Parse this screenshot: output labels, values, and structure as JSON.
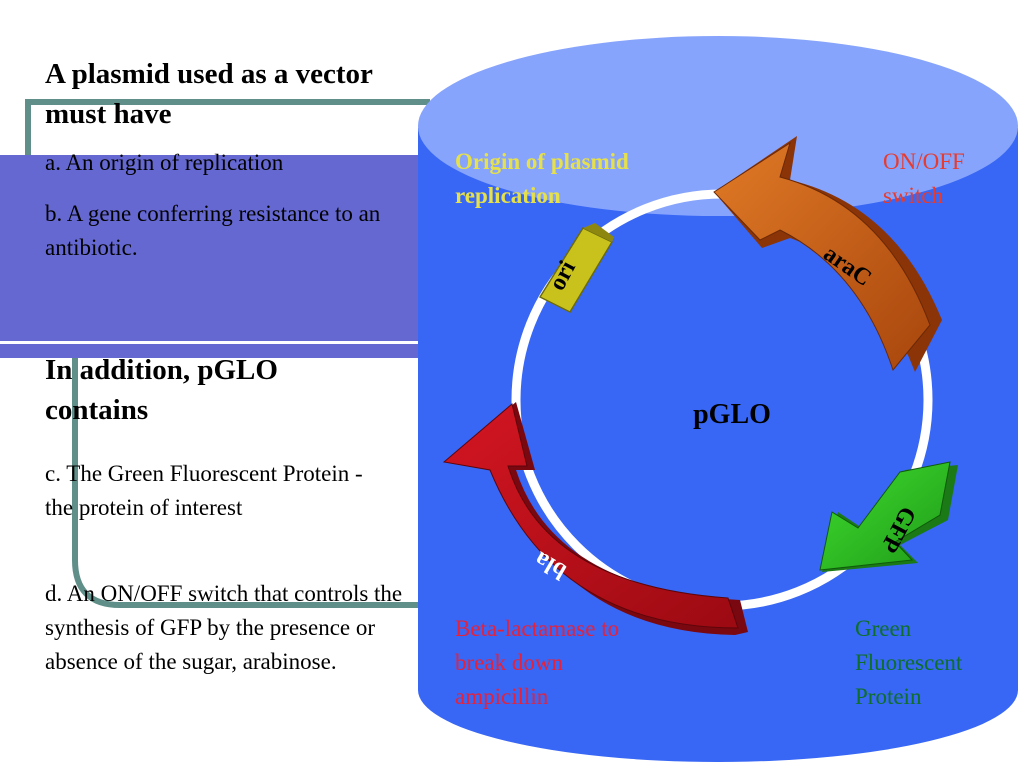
{
  "slide": {
    "heading1": "A plasmid used as a vector must have",
    "item_a": "a. An origin of replication",
    "item_b": "b. A gene conferring resistance to an antibiotic.",
    "heading2": "In addition, pGLO contains",
    "item_c": "c. The Green Fluorescent Protein - the protein of interest",
    "item_d": "d. An ON/OFF switch that controls the synthesis of GFP by the presence or absence of the sugar, arabinose."
  },
  "diagram": {
    "plasmid_name": "pGLO",
    "labels": {
      "origin": "Origin of plasmid replication",
      "onoff": "ON/OFF switch",
      "beta": "Beta-lactamase to break down ampicillin",
      "gfp": "Green Fluorescent Protein"
    },
    "genes": {
      "ori": "ori",
      "arac": "araC",
      "gfp": "GFP",
      "bla": "bla"
    },
    "colors": {
      "cylinder_body": "#3867f5",
      "cylinder_top": "#87a4fc",
      "band": "#6668d2",
      "bracket": "#5f8f88",
      "origin_label": "#e6e04a",
      "onoff_label": "#e63b2e",
      "beta_label": "#e6213a",
      "gfp_label": "#0e6e2a",
      "ori_arrow": "#c9c21c",
      "arac_arrow": "#c4520e",
      "gfp_arrow": "#20b81e",
      "bla_arrow": "#bb0d18"
    }
  }
}
